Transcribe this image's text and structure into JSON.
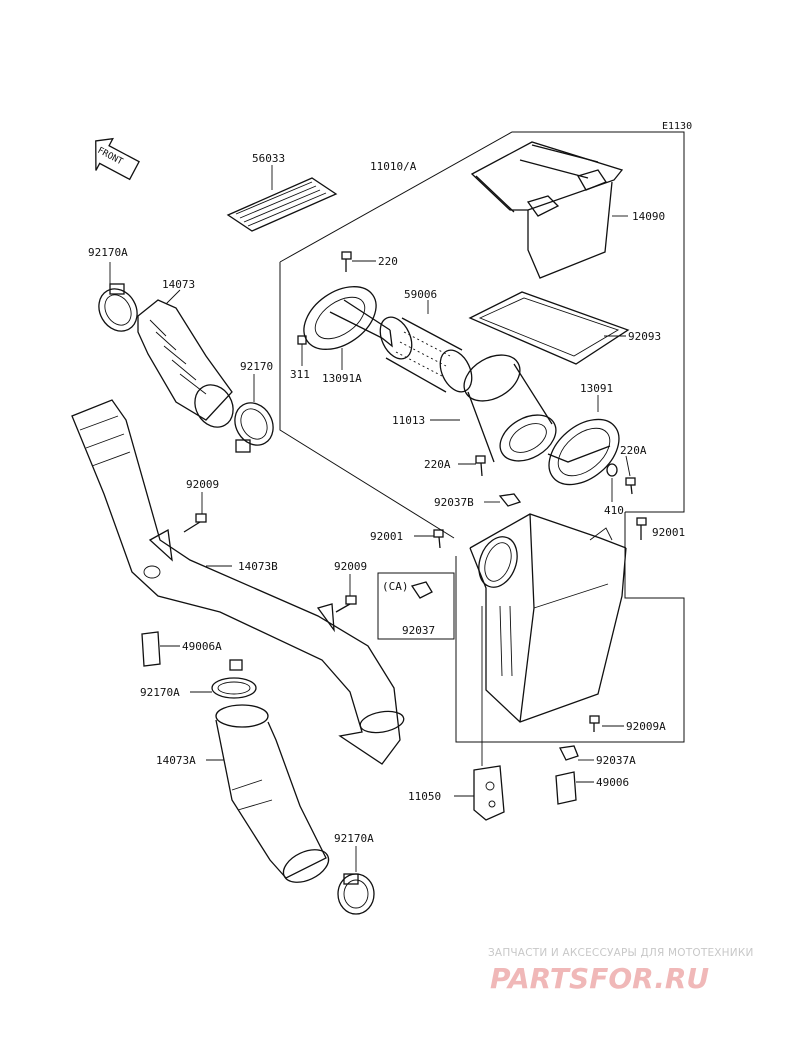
{
  "diagram": {
    "code": "E1130",
    "front_arrow_text": "FRONT",
    "labels": {
      "p56033": "56033",
      "p11010A": "11010/A",
      "p14090": "14090",
      "p220_top": "220",
      "p59006": "59006",
      "p92093": "92093",
      "p311": "311",
      "p13091A": "13091A",
      "p11013": "11013",
      "p13091": "13091",
      "p220A_left": "220A",
      "p220A_right": "220A",
      "p92037B": "92037B",
      "p410": "410",
      "p92001_left": "92001",
      "p92001_right": "92001",
      "p92170A_top": "92170A",
      "p14073": "14073",
      "p92170": "92170",
      "p92009_left": "92009",
      "p14073B": "14073B",
      "p92009_mid": "92009",
      "pCA": "(CA)",
      "p92037": "92037",
      "p49006A": "49006A",
      "p92170A_mid": "92170A",
      "p14073A": "14073A",
      "p92170A_bottom": "92170A",
      "p92009A": "92009A",
      "p92037A": "92037A",
      "p49006": "49006",
      "p11050": "11050"
    }
  },
  "watermark": {
    "tagline": "ЗАПЧАСТИ И АКСЕССУАРЫ ДЛЯ МОТОТЕХНИКИ",
    "brand": "PARTSFOR.RU"
  }
}
